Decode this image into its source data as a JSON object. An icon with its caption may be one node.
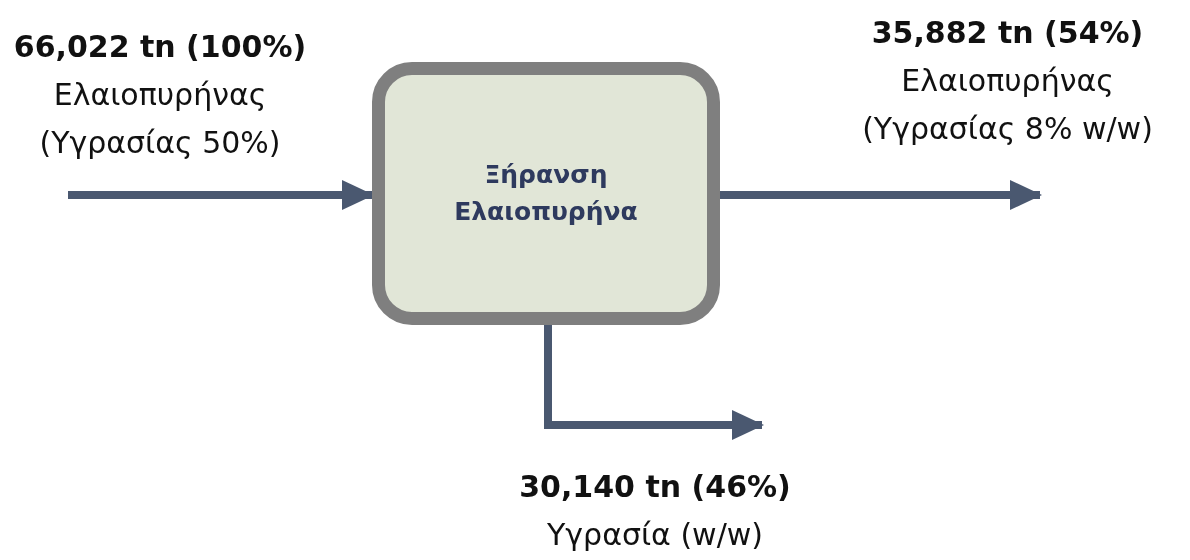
{
  "diagram": {
    "nodes": [
      {
        "text": [
          "66,022 tn (100%)",
          "Ελαιοπυρήνας",
          "(Υγρασίας 50%)"
        ]
      },
      {
        "text": [
          "Ξήρανση Ελαιοπυρήνα"
        ]
      },
      {
        "text": [
          "35,882 tn (54%)",
          "Ελαιοπυρήνας",
          "(Υγρασίας 8% w/w)"
        ]
      },
      {
        "text": [
          "30,140 tn (46%)",
          "Υγρασία (w/w)"
        ]
      }
    ],
    "edges": [
      {
        "from": 0,
        "to": 1,
        "arrow": "to"
      },
      {
        "from": 1,
        "to": 2,
        "arrow": "to"
      },
      {
        "from": 1,
        "to": 3,
        "arrow": "to"
      }
    ]
  }
}
